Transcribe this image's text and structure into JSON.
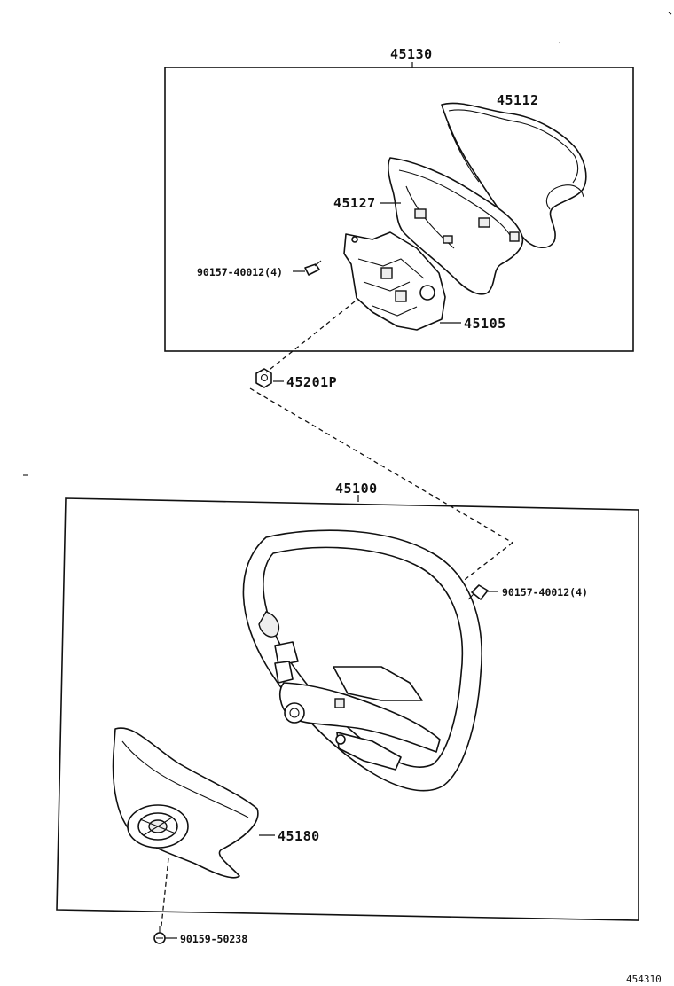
{
  "labels": {
    "assy_pad": "45130",
    "cover": "45112",
    "horn_plate": "45127",
    "bracket": "45105",
    "screw_upper": "90157-40012(4)",
    "nut": "45201P",
    "wheel": "45100",
    "screw_wheel": "90157-40012(4)",
    "pad": "45180",
    "screw_lower": "90159-50238",
    "figure_number": "454310"
  }
}
